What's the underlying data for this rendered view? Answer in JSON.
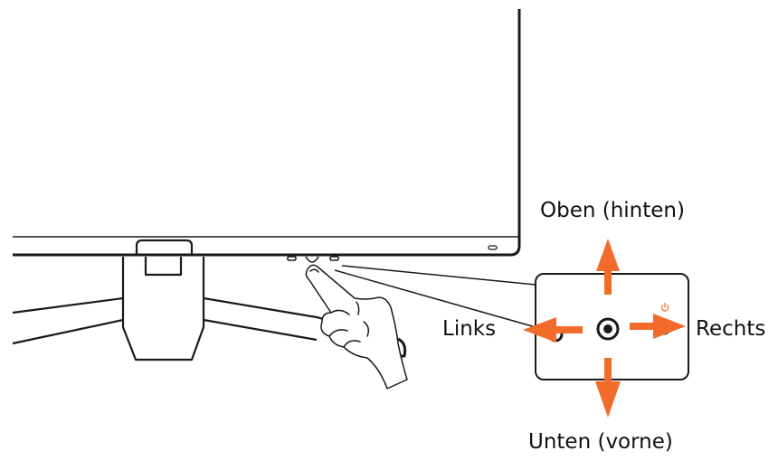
{
  "labels": {
    "up": "Oben (hinten)",
    "down": "Unten (vorne)",
    "left": "Links",
    "right": "Rechts"
  },
  "icons": {
    "center_button": "joystick-button-icon",
    "power": "power-icon",
    "hand": "pointing-hand-icon"
  },
  "colors": {
    "arrow": "#f26b2a",
    "outline": "#1a1a1a",
    "power_symbol": "#f26b2a"
  }
}
